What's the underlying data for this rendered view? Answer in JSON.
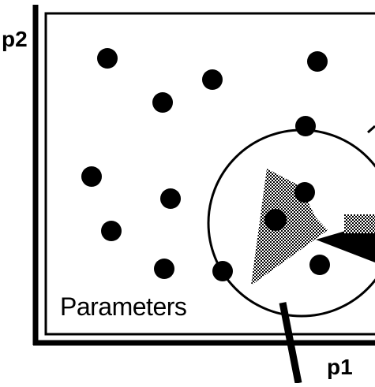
{
  "diagram": {
    "axis_y_label": "p2",
    "axis_x_label": "p1",
    "region_label": "Parameters",
    "colors": {
      "ink": "#000000",
      "background": "#ffffff",
      "shading": "#555555"
    }
  }
}
